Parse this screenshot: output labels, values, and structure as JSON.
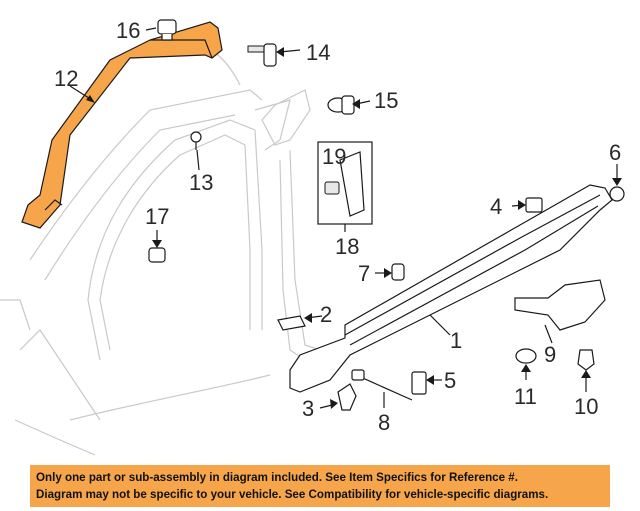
{
  "callouts": {
    "c1": "1",
    "c2": "2",
    "c3": "3",
    "c4": "4",
    "c5": "5",
    "c6": "6",
    "c7": "7",
    "c8": "8",
    "c9": "9",
    "c10": "10",
    "c11": "11",
    "c12": "12",
    "c13": "13",
    "c14": "14",
    "c15": "15",
    "c16": "16",
    "c17": "17",
    "c18": "18",
    "c19": "19"
  },
  "colors": {
    "highlight_part": "#f6a54a",
    "banner_bg": "#f6a54a"
  },
  "notice": {
    "line1": "Only one part or sub-assembly in diagram included. See Item Specifics for Reference #.",
    "line2": "Diagram may not be specific to your vehicle. See Compatibility for vehicle-specific diagrams."
  }
}
